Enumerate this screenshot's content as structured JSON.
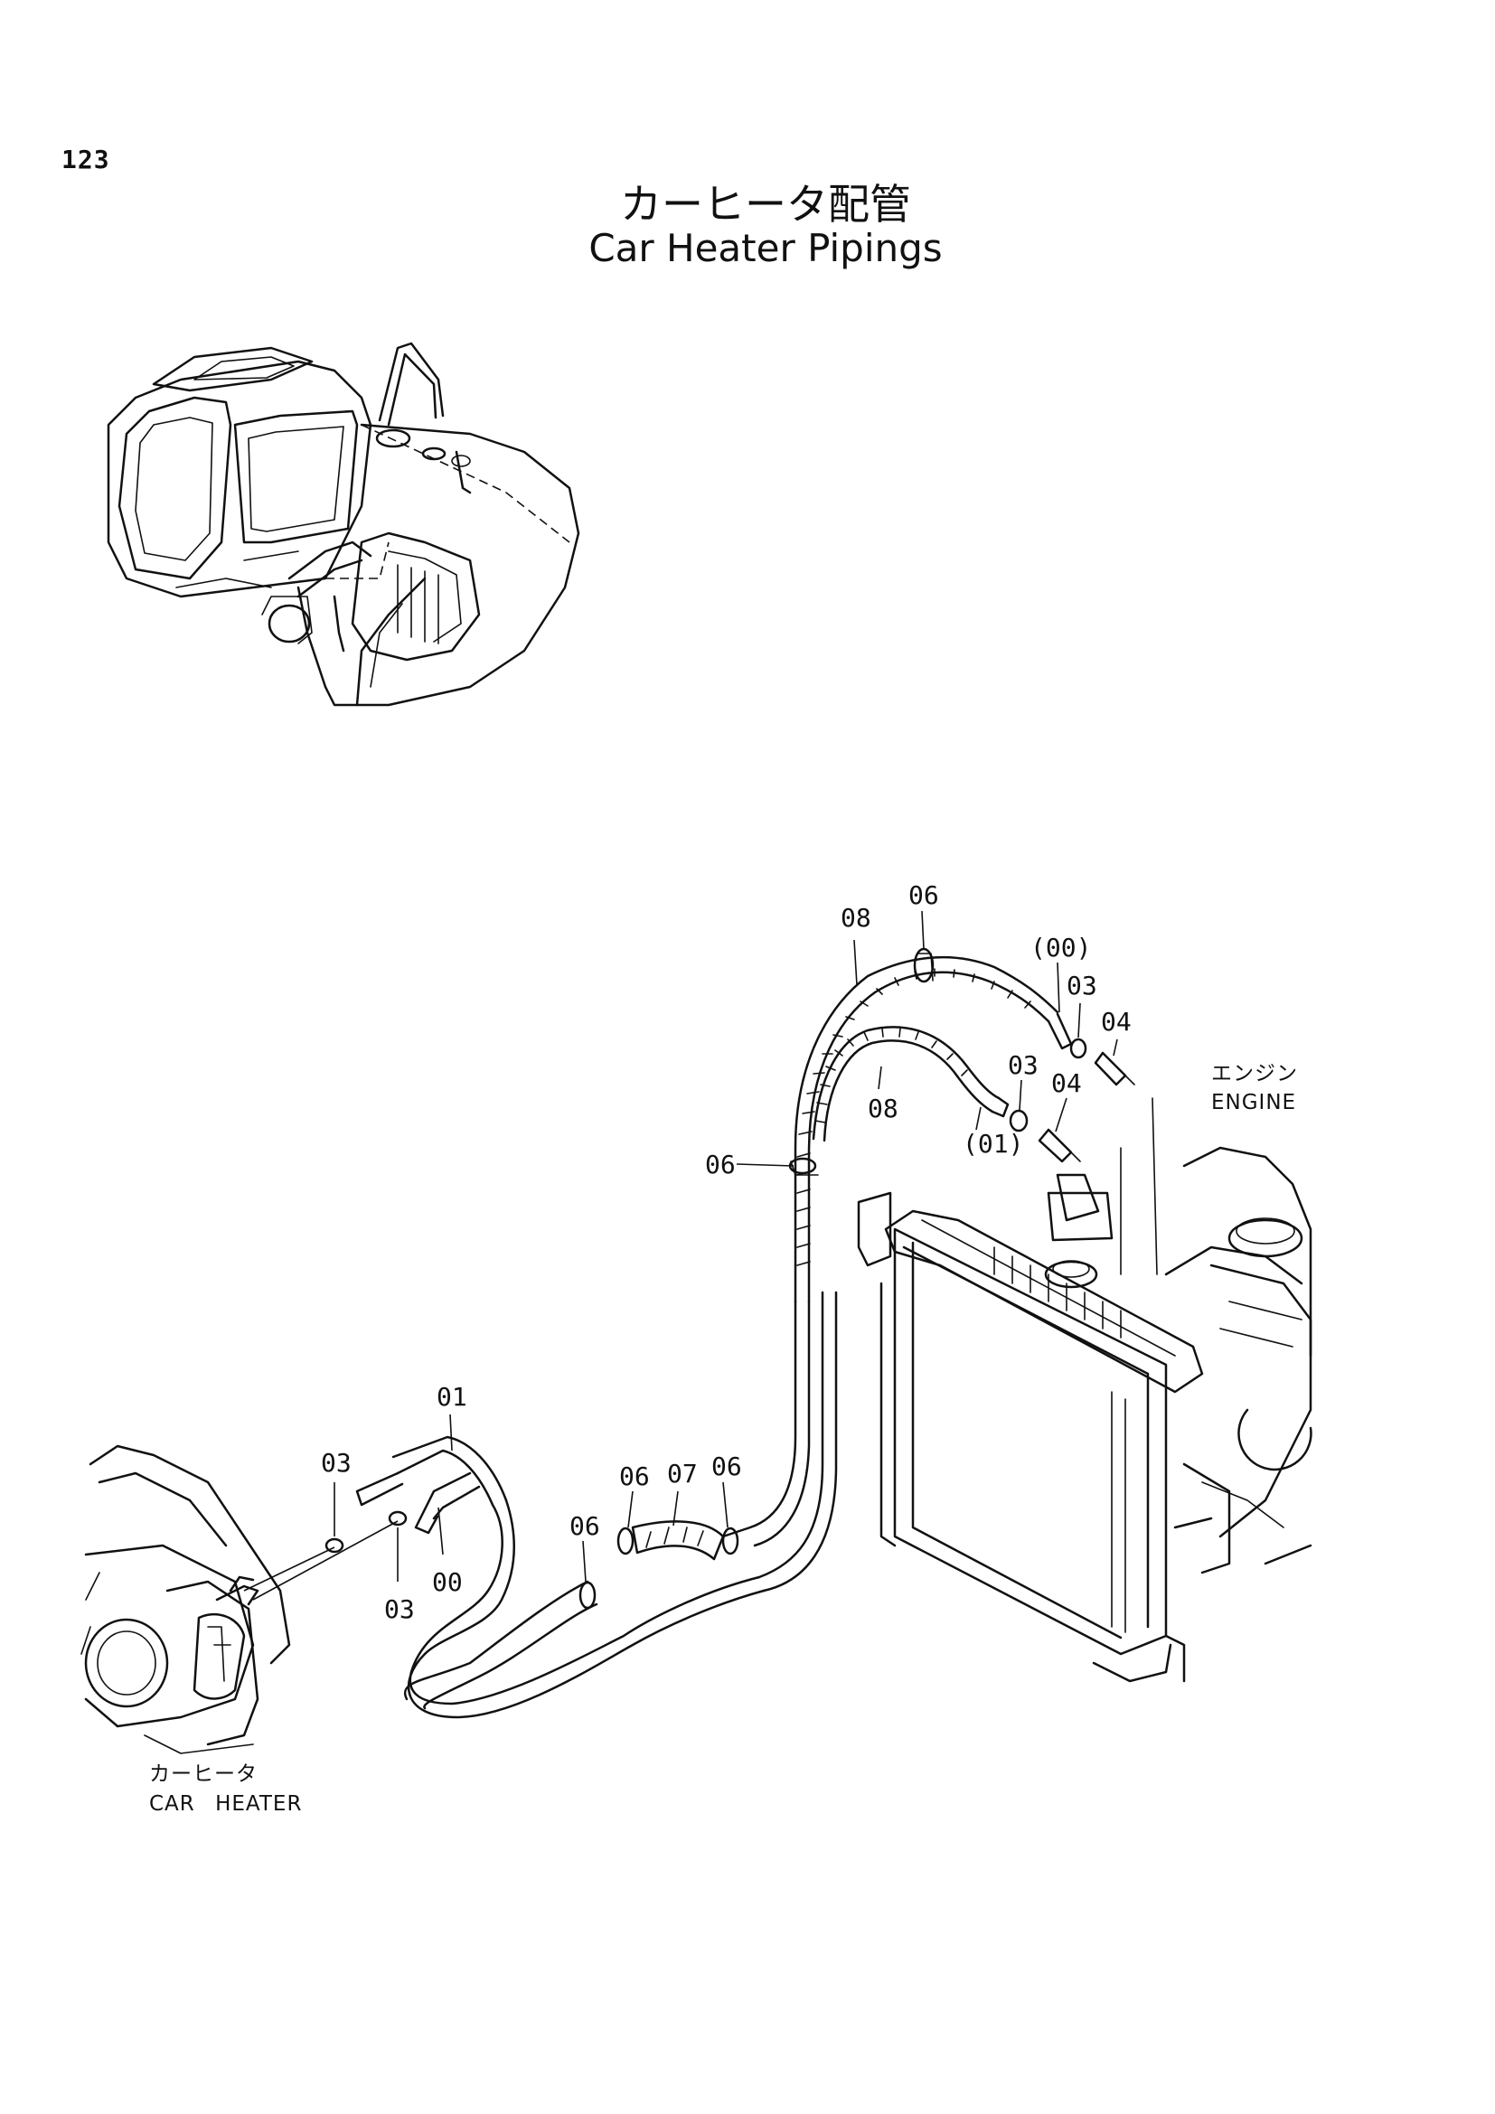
{
  "page_number": "123",
  "title_jp": "カーヒータ配管",
  "title_en": "Car Heater Pipings",
  "labels": {
    "engine_jp": "エンジン",
    "engine_en": "ENGINE",
    "car_heater_jp": "カーヒータ",
    "car_heater_en": "CAR HEATER"
  },
  "callouts": {
    "c06_top": "06",
    "c08_top": "08",
    "c00_top": "(00)",
    "c03_top": "03",
    "c04_top": "04",
    "c03_mid": "03",
    "c04_mid": "04",
    "c08_mid": "08",
    "c01_mid": "(01)",
    "c06_left": "06",
    "c01_low": "01",
    "c03_low": "03",
    "c00_low": "00",
    "c03_low2": "03",
    "c06_a": "06",
    "c06_b": "06",
    "c07": "07",
    "c06_c": "06"
  }
}
